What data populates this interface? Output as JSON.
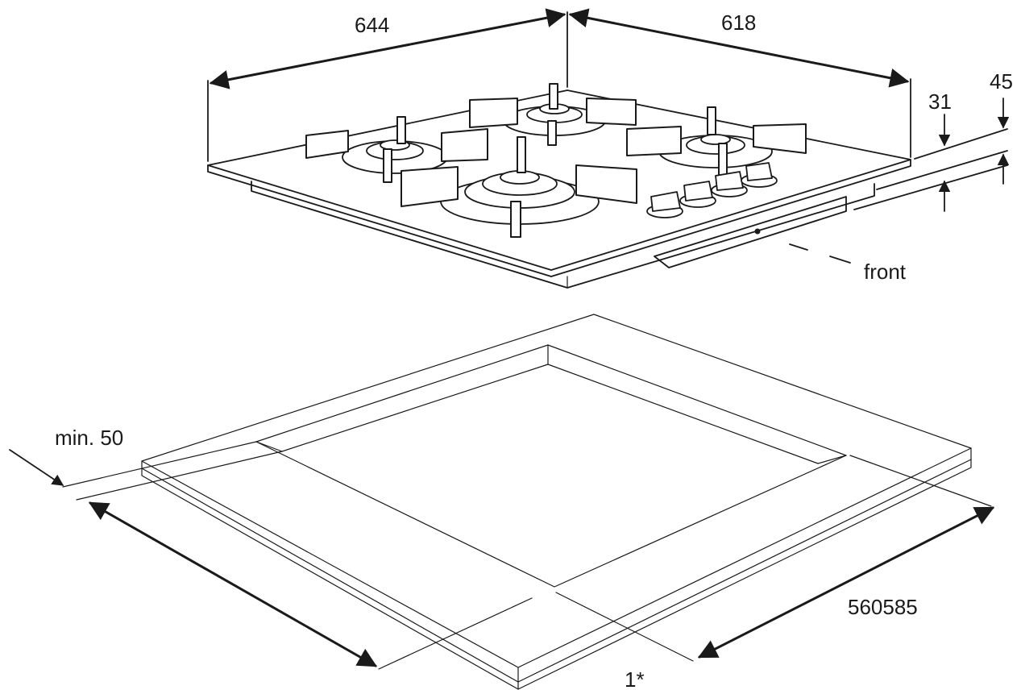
{
  "labels": {
    "width_top": "644",
    "depth_top": "618",
    "height_31": "31",
    "height_45": "45",
    "front": "front",
    "min_distance": "min. 50",
    "cutout": "560585",
    "note": "1*"
  }
}
